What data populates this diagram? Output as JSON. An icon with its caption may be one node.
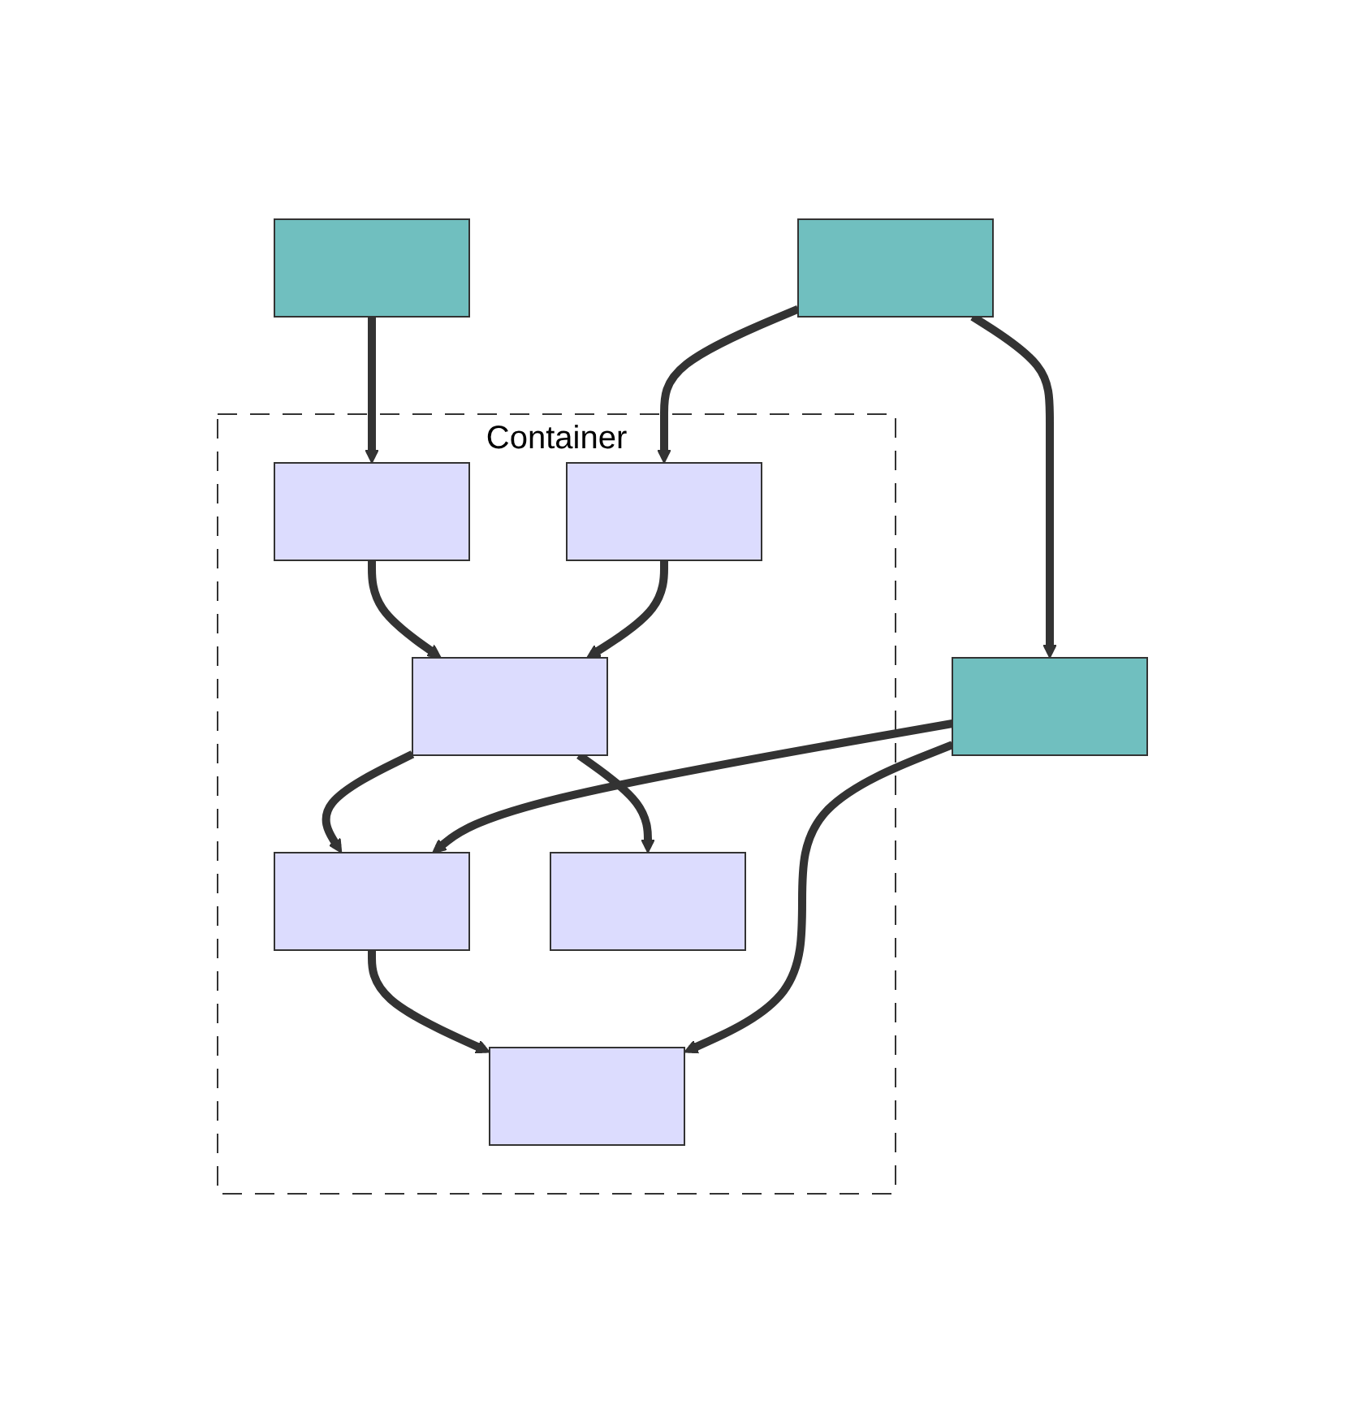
{
  "diagram": {
    "nodes": [
      {
        "text": [
          "Container"
        ]
      },
      {
        "text": [],
        "shape": "box",
        "in": 0
      },
      {
        "text": [],
        "shape": "box",
        "in": 0
      },
      {
        "text": [],
        "shape": "box",
        "in": 0
      },
      {
        "text": [],
        "shape": "box",
        "in": 0
      },
      {
        "text": [],
        "shape": "box",
        "in": 0
      },
      {
        "text": [],
        "shape": "box",
        "in": 0
      },
      {
        "text": [],
        "shape": "box"
      },
      {
        "text": [],
        "shape": "box"
      },
      {
        "text": [],
        "shape": "box"
      }
    ],
    "edges": [
      {
        "from": 7,
        "to": 1,
        "arrow": "to"
      },
      {
        "from": 1,
        "to": 3,
        "arrow": "to"
      },
      {
        "from": 2,
        "to": 3,
        "arrow": "to"
      },
      {
        "from": 8,
        "to": 2,
        "arrow": "to"
      },
      {
        "from": 8,
        "to": 9,
        "arrow": "to"
      },
      {
        "from": 3,
        "to": 4,
        "arrow": "to"
      },
      {
        "from": 3,
        "to": 5,
        "arrow": "to"
      },
      {
        "from": 4,
        "to": 6,
        "arrow": "to"
      },
      {
        "from": 9,
        "to": 4,
        "arrow": "to"
      },
      {
        "from": 9,
        "to": 6,
        "arrow": "to"
      }
    ]
  }
}
